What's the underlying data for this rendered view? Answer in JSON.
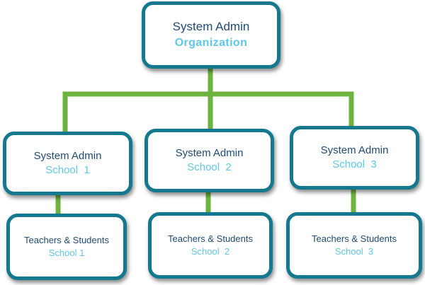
{
  "diagram": {
    "colors": {
      "box_border": "#14788f",
      "connector": "#6db33f",
      "role_text": "#1f4a73",
      "sub_text": "#5fc8e8"
    },
    "root": {
      "role": "System Admin",
      "scope": "Organization"
    },
    "school_admins": [
      {
        "role": "System Admin",
        "scope": "School  1"
      },
      {
        "role": "System Admin",
        "scope": "School  2"
      },
      {
        "role": "System Admin",
        "scope": "School  3"
      }
    ],
    "school_members": [
      {
        "role": "Teachers & Students",
        "scope": "School 1"
      },
      {
        "role": "Teachers & Students",
        "scope": "School  2"
      },
      {
        "role": "Teachers & Students",
        "scope": "School  3"
      }
    ]
  }
}
